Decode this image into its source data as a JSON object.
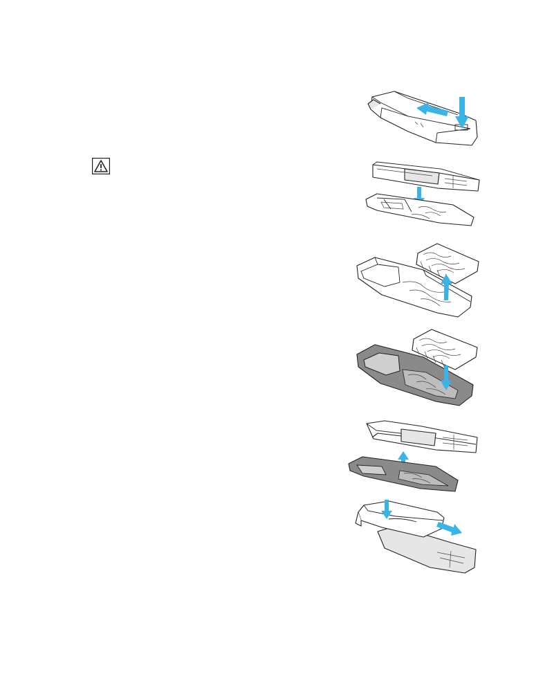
{
  "page": {
    "accent_color": "#3ab4e6",
    "text_color": "#222222",
    "warning_icon": "warning-triangle-icon",
    "steps": [
      {
        "label": "step-1-release-back-cover",
        "arrows": [
          "slide-left",
          "press-down"
        ]
      },
      {
        "label": "step-2-separate-front-cover",
        "arrows": [
          "press-down"
        ]
      },
      {
        "label": "step-3-remove-keymat",
        "arrows": [
          "lift-up"
        ]
      },
      {
        "label": "step-4-insert-keymat",
        "arrows": [
          "press-down"
        ]
      },
      {
        "label": "step-5-attach-front-cover",
        "arrows": [
          "lift-up"
        ]
      },
      {
        "label": "step-6-slide-back-cover",
        "arrows": [
          "press-down",
          "slide-right"
        ]
      }
    ]
  }
}
